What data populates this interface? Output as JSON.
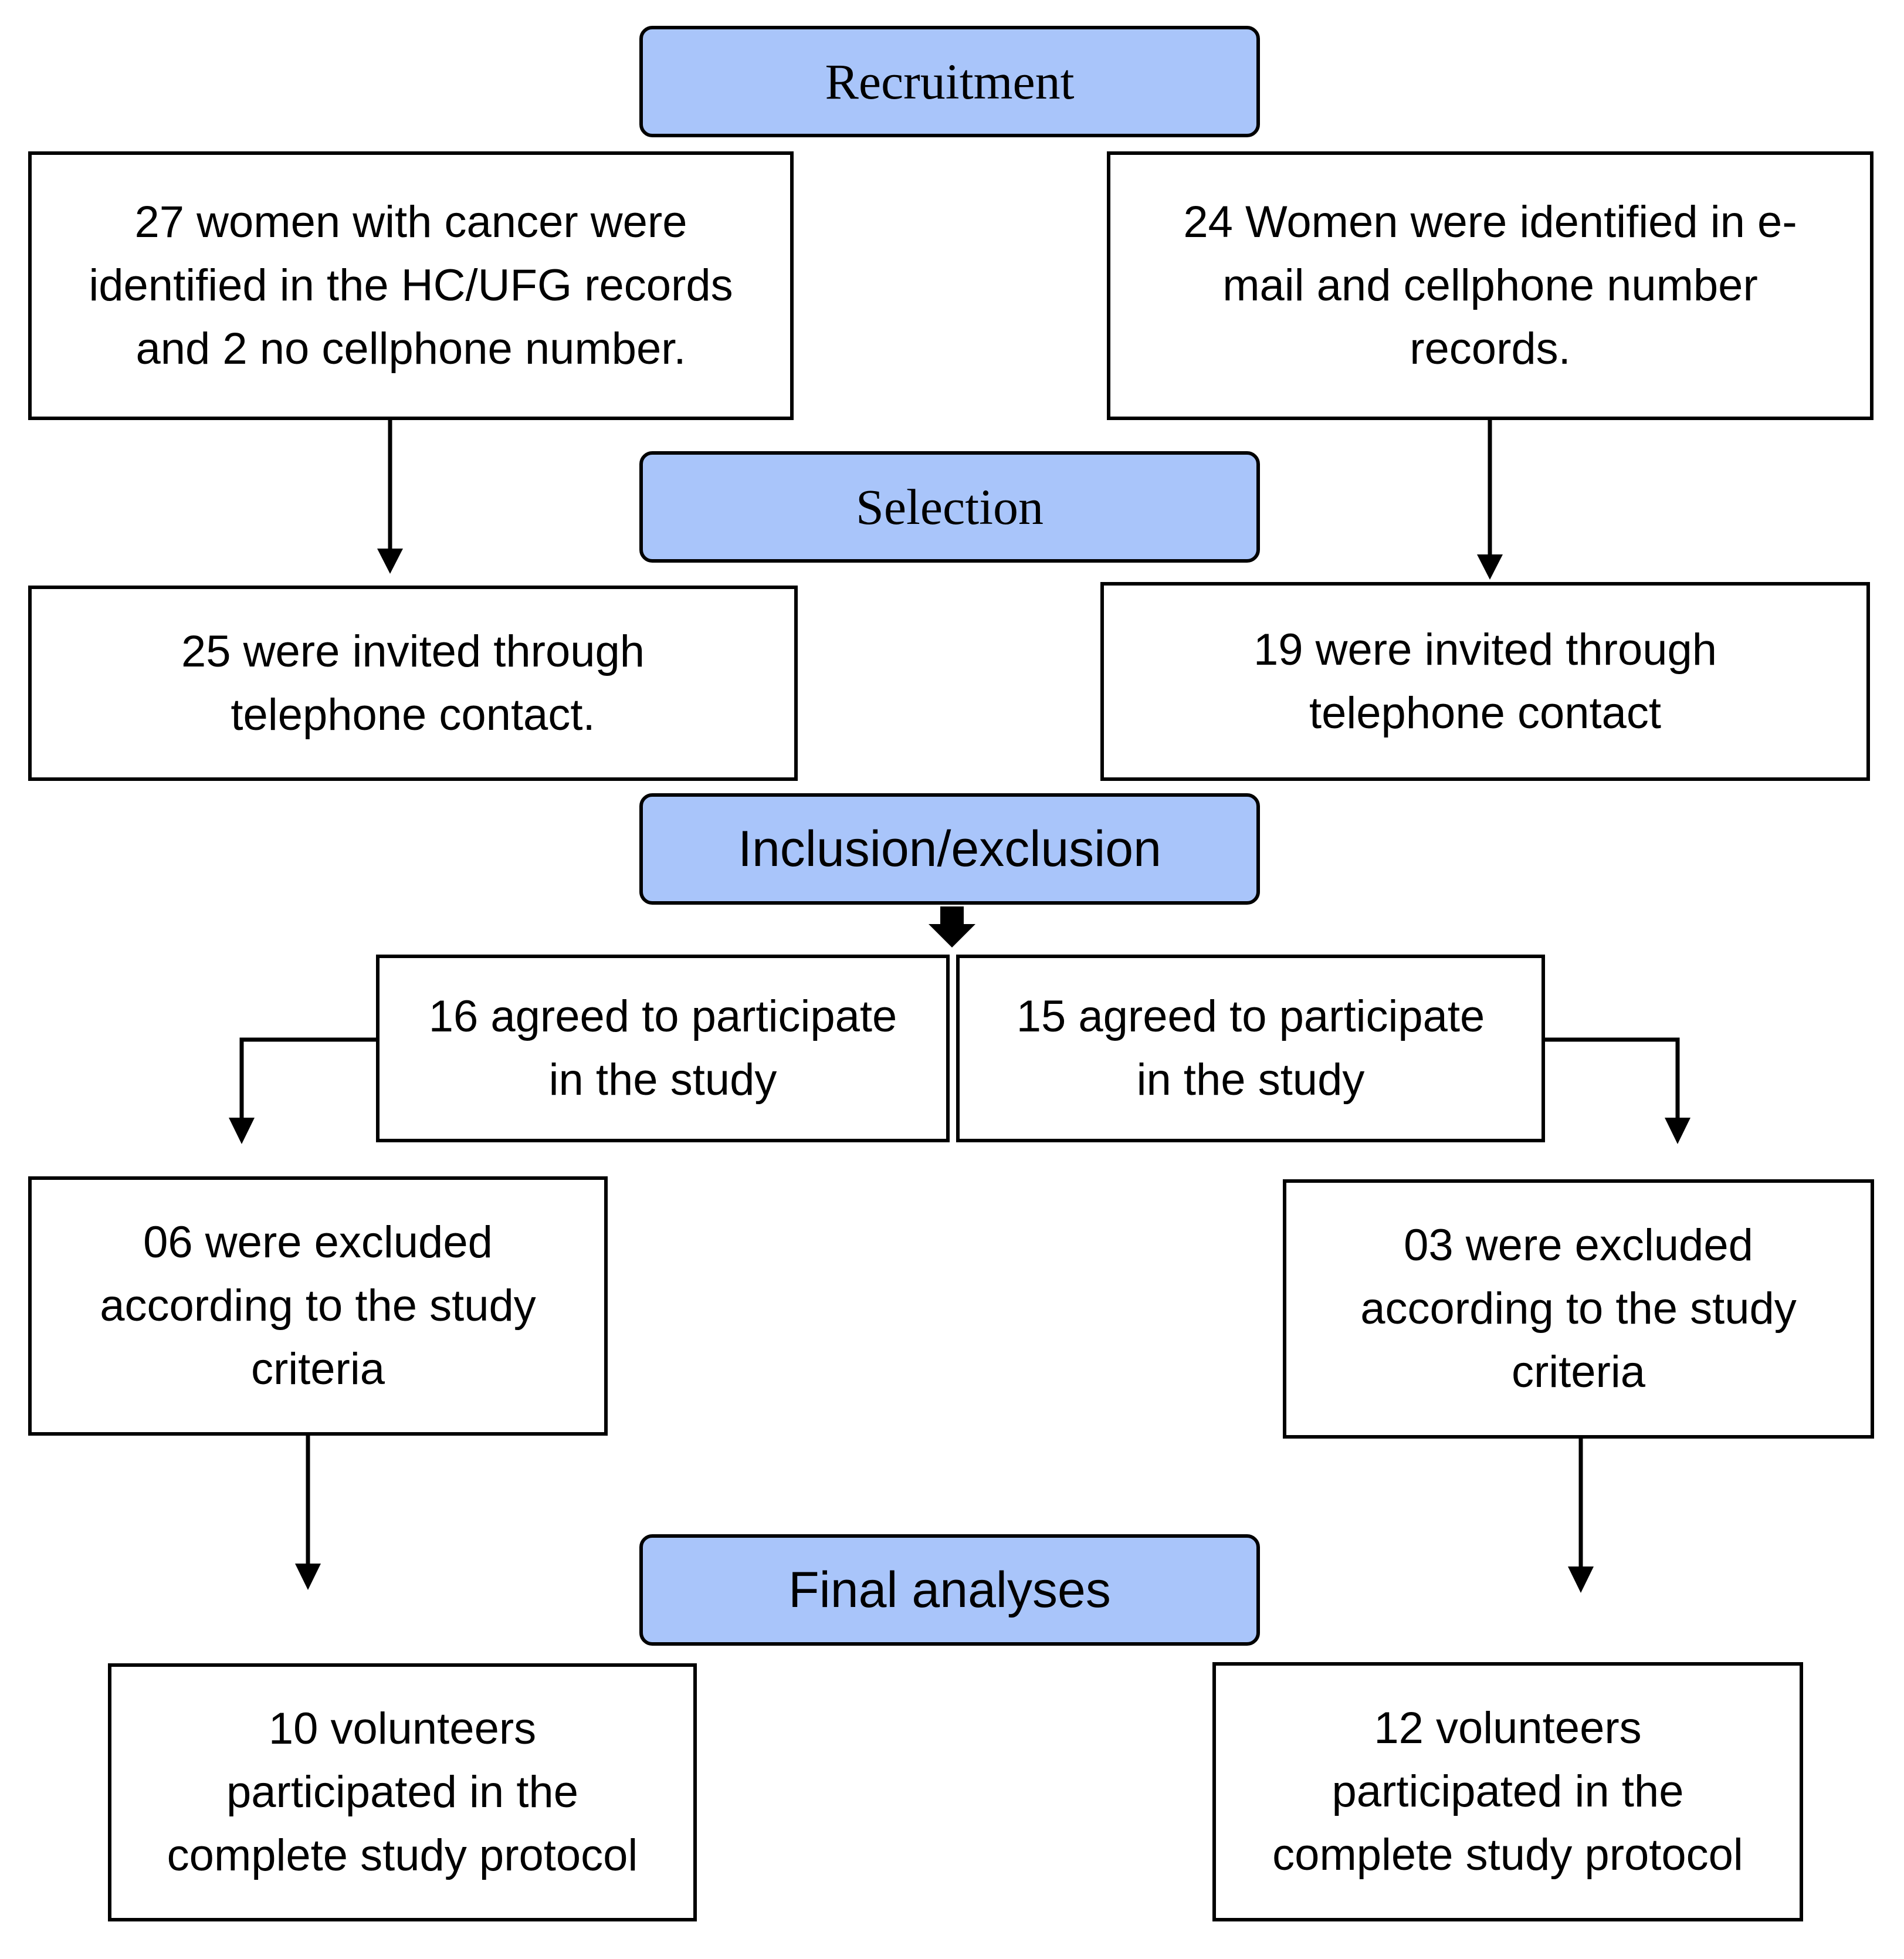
{
  "stages": {
    "recruitment": "Recruitment",
    "selection": "Selection",
    "inclusion_exclusion": "Inclusion/exclusion",
    "final_analyses": "Final analyses"
  },
  "left": {
    "identified": "27 women with cancer were\nidentified in the HC/UFG records\nand 2 no cellphone number.",
    "invited": "25 were invited through\ntelephone contact.",
    "agreed": "16 agreed to participate\nin the study",
    "excluded": "06 were excluded\naccording to the study\ncriteria",
    "final": "10 volunteers\nparticipated in the\ncomplete study protocol"
  },
  "right": {
    "identified": "24 Women were identified in e-\nmail and cellphone number\nrecords.",
    "invited": "19 were invited through\ntelephone contact",
    "agreed": "15 agreed to participate\nin the study",
    "excluded": "03 were excluded\naccording to the study\ncriteria",
    "final": "12 volunteers\nparticipated in the\ncomplete study protocol"
  },
  "colors": {
    "stage_fill": "#a9c5fa",
    "stroke": "#000000"
  }
}
